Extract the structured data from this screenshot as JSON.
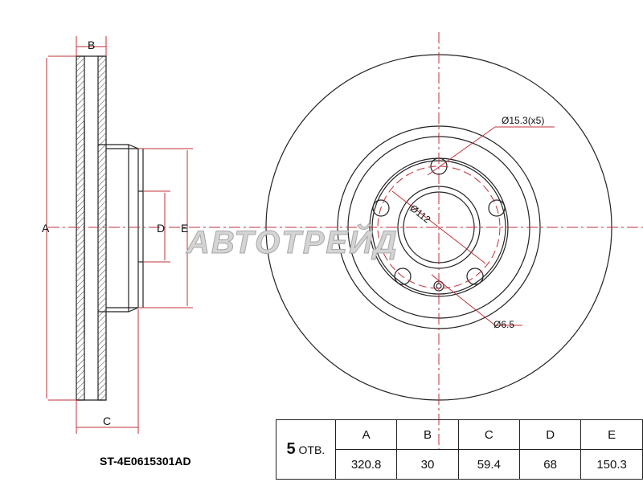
{
  "watermark": "АВТОТРЕЙД",
  "side_view_labels": {
    "A": "A",
    "B": "B",
    "C": "C",
    "D": "D",
    "E": "E"
  },
  "annotations": {
    "bolt_hole": "Ø15.3(x5)",
    "pcd": "Ø112",
    "pin_hole": "Ø6.5"
  },
  "part_number": "ST-4E0615301AD",
  "spec_table": {
    "holes_count": "5",
    "holes_label": "ОТВ.",
    "headers": [
      "A",
      "B",
      "C",
      "D",
      "E"
    ],
    "values": [
      "320.8",
      "30",
      "59.4",
      "68",
      "150.3"
    ]
  },
  "colors": {
    "line": "#222222",
    "dim": "#c0303a"
  }
}
